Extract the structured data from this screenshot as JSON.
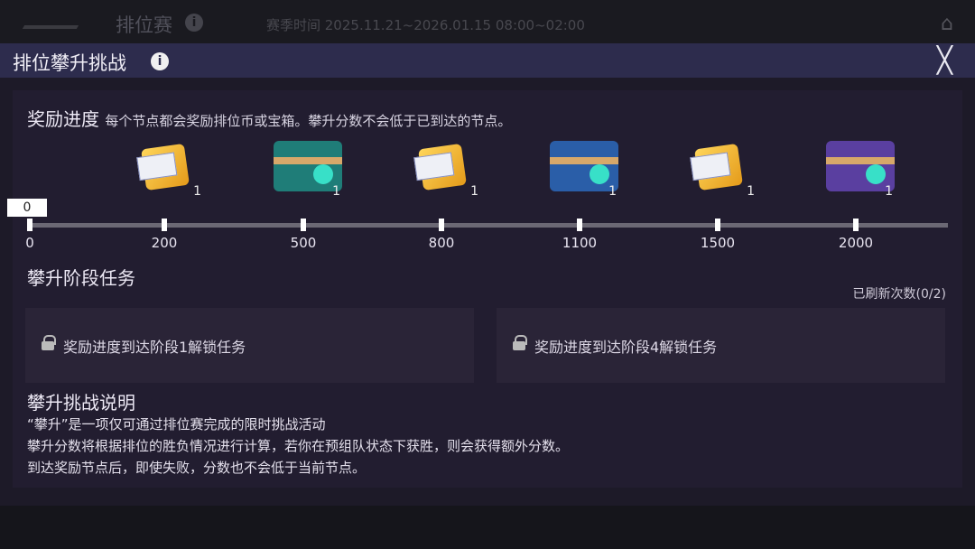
{
  "topbar": {
    "title": "排位赛",
    "season": "赛季时间 2025.11.21~2026.01.15 08:00~02:00"
  },
  "header": {
    "title": "排位攀升挑战",
    "close": "╳"
  },
  "progress": {
    "title": "奖励进度",
    "subtitle": "每个节点都会奖励排位币或宝箱。攀升分数不会低于已到达的节点。",
    "current_score": "0",
    "nodes": [
      {
        "label": "0"
      },
      {
        "label": "200",
        "reward": "puzzle",
        "count": "1"
      },
      {
        "label": "500",
        "reward": "chest",
        "chest_color": "#1f7d78",
        "count": "1"
      },
      {
        "label": "800",
        "reward": "puzzle",
        "count": "1"
      },
      {
        "label": "1100",
        "reward": "chest",
        "chest_color": "#2a5ea8",
        "count": "1"
      },
      {
        "label": "1500",
        "reward": "puzzle",
        "count": "1"
      },
      {
        "label": "2000",
        "reward": "chest",
        "chest_color": "#5a3fa0",
        "count": "1"
      }
    ]
  },
  "tasks": {
    "title": "攀升阶段任务",
    "refresh": "已刷新次数(0/2)",
    "items": [
      "奖励进度到达阶段1解锁任务",
      "奖励进度到达阶段4解锁任务"
    ]
  },
  "rules": {
    "title": "攀升挑战说明",
    "lines": [
      "“攀升”是一项仅可通过排位赛完成的限时挑战活动",
      "攀升分数将根据排位的胜负情况进行计算，若你在预组队状态下获胜，则会获得额外分数。",
      "到达奖励节点后，即使失败，分数也不会低于当前节点。"
    ]
  }
}
